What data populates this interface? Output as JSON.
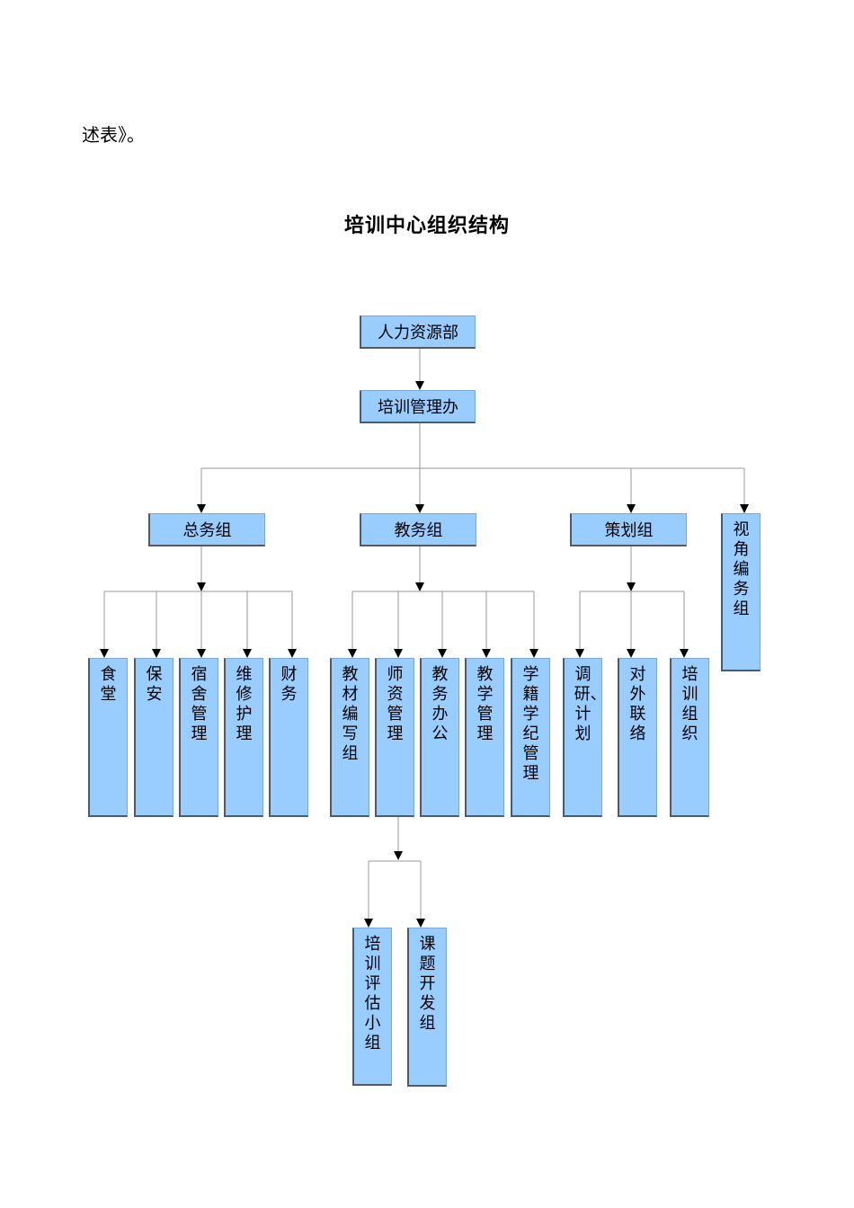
{
  "intro_text": "述表》。",
  "title": "培训中心组织结构",
  "nodes": {
    "hr": "人力资源部",
    "train_office": "培训管理办",
    "general_group": "总务组",
    "academic_group": "教务组",
    "planning_group": "策划组",
    "visual_group": "视角编务组",
    "canteen": "食堂",
    "security": "保安",
    "dorm": "宿舍管理",
    "maintenance": "维修护理",
    "finance": "财务",
    "textbook": "教材编写组",
    "teachers": "师资管理",
    "affairs_office": "教务办公",
    "teaching_mgmt": "教学管理",
    "enrollment": "学籍学纪管理",
    "research": "调研、计划",
    "liaison": "对外联络",
    "training_org": "培训组织",
    "evaluation": "培训评估小组",
    "course_dev": "课题开发组"
  },
  "colors": {
    "box_fill": "#99ccff",
    "box_shadow": "#4f5a66",
    "line": "#999999"
  }
}
